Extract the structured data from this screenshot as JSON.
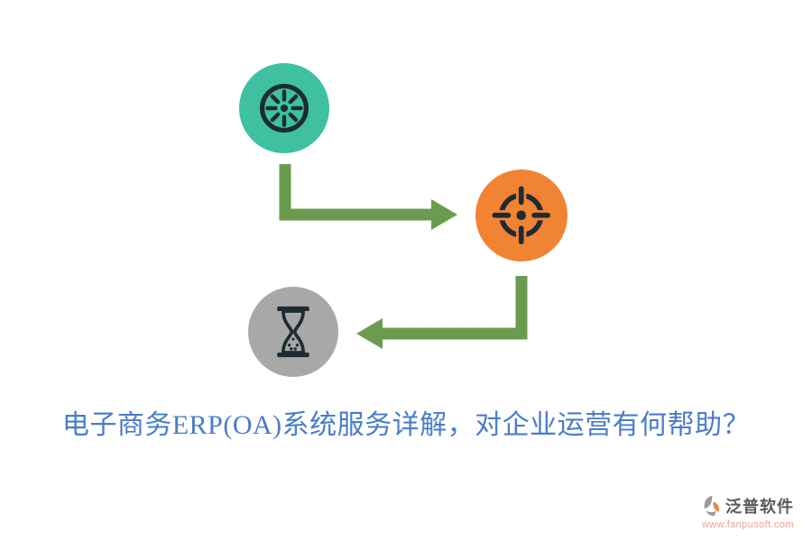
{
  "page": {
    "title_text": "电子商务ERP(OA)系统服务详解，对企业运营有何帮助？"
  },
  "diagram": {
    "nodes": [
      {
        "id": "step-1",
        "icon": "kiwi-slice-icon",
        "circle_color": "#3FC1A1"
      },
      {
        "id": "step-2",
        "icon": "crosshair-target-icon",
        "circle_color": "#F18433"
      },
      {
        "id": "step-3",
        "icon": "hourglass-icon",
        "circle_color": "#A8A8A8"
      }
    ],
    "arrows": [
      {
        "from": "step-1",
        "to": "step-2",
        "direction": "down-then-right"
      },
      {
        "from": "step-2",
        "to": "step-3",
        "direction": "down-then-left"
      }
    ],
    "arrow_color": "#6B9B4E",
    "icon_color": "#1E2B33"
  },
  "footer": {
    "brand_name": "泛普软件",
    "brand_url": "www.fanpusoft.com"
  },
  "colors": {
    "teal": "#3FC1A1",
    "orange": "#F18433",
    "gray": "#A8A8A8",
    "icon_dark": "#1E2B33",
    "arrow_green": "#6B9B4E",
    "title_blue": "#4A7CCB",
    "brand_text": "#5A5A5A",
    "url_pink": "#EE9E9E",
    "logo_gray": "#9B9B9B",
    "logo_orange": "#F08434"
  }
}
